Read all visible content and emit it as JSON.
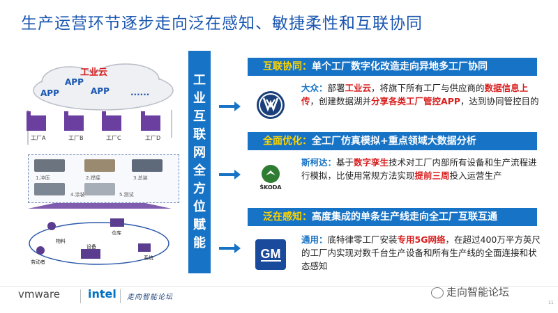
{
  "title": "生产运营环节逐步走向泛在感知、敏捷柔性和互联协同",
  "left": {
    "cloud_label": "工业云",
    "apps": [
      "APP",
      "APP",
      "APP",
      "......"
    ],
    "factories": [
      "工厂A",
      "工厂B",
      "工厂C",
      "工厂D"
    ],
    "photos": [
      "1.冲压",
      "2.焊接",
      "3.总装",
      "4.涂装",
      "5.测试"
    ],
    "devices": {
      "material": "物料",
      "warehouse": "仓库",
      "equipment": "设备",
      "worker": "劳动者",
      "system": "系统"
    }
  },
  "center_bar": [
    "工",
    "业",
    "互",
    "联",
    "网",
    "全",
    "方",
    "位",
    "赋",
    "能"
  ],
  "sections": [
    {
      "title_lead": "互联协同：",
      "title_rest": "单个工厂数字化改造走向异地多工厂协同",
      "company": "大众：",
      "body": [
        {
          "t": "部署",
          "s": "n"
        },
        {
          "t": "工业云",
          "s": "r"
        },
        {
          "t": "，将旗下所有工厂与供应商的",
          "s": "n"
        },
        {
          "t": "数据信息上传",
          "s": "r"
        },
        {
          "t": "，创建数据湖并",
          "s": "n"
        },
        {
          "t": "分享各类工厂管控APP",
          "s": "r"
        },
        {
          "t": "，达到协同管控目的",
          "s": "n"
        }
      ],
      "logo": "vw-logo"
    },
    {
      "title_lead": "全面优化：",
      "title_rest": "全工厂仿真模拟+重点领域大数据分析",
      "company": "斯柯达：",
      "body": [
        {
          "t": "基于",
          "s": "n"
        },
        {
          "t": "数字孪生",
          "s": "r"
        },
        {
          "t": "技术对工厂内部所有设备和生产流程进行模拟，比使用常规方法实现",
          "s": "n"
        },
        {
          "t": "提前三周",
          "s": "r"
        },
        {
          "t": "投入运营生产",
          "s": "n"
        }
      ],
      "logo": "skoda-logo",
      "logo_text": "ŠKODA"
    },
    {
      "title_lead": "泛在感知：",
      "title_rest": "高度集成的单条生产线走向全工厂互联互通",
      "company": "通用：",
      "body": [
        {
          "t": "底特律零工厂安装",
          "s": "n"
        },
        {
          "t": "专用5G网络",
          "s": "r"
        },
        {
          "t": "，在超过400万平方英尺的工厂内实现对数千台生产设备和所有生产线的全面连接和状态感知",
          "s": "n"
        }
      ],
      "logo": "gm-logo",
      "logo_text": "GM"
    }
  ],
  "footer": {
    "vmware": "vmware",
    "intel": "intel",
    "forum_logo": "走向智能论坛",
    "watermark": "走向智能论坛",
    "page": "11"
  },
  "colors": {
    "accent": "#1773c5",
    "highlight": "#d81e1e",
    "title_lead": "#ffd400"
  }
}
